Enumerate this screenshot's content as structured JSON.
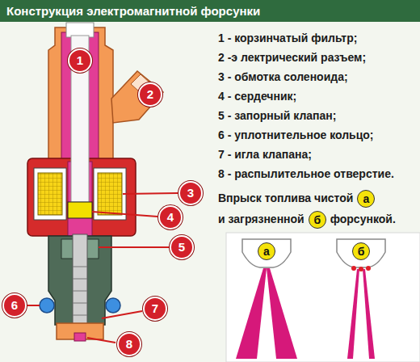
{
  "diagram": {
    "title": "Конструкция электромагнитной форсунки",
    "labels": [
      "1",
      "2",
      "3",
      "4",
      "5",
      "6",
      "7",
      "8",
      "1 - корзинчатый фильтр;",
      "2 -э лектрический разъем;",
      "3 - обмотка соленоида;",
      "4 - сердечник;",
      "5 - запорный клапан;",
      "6 - уплотнительное кольцо;",
      "7 - игла клапана;",
      "8 - распылительное отверстие.",
      "Впрыск топлива чистой",
      "а",
      "и загрязненной",
      "б",
      "форсункой.",
      "а",
      "б"
    ]
  }
}
